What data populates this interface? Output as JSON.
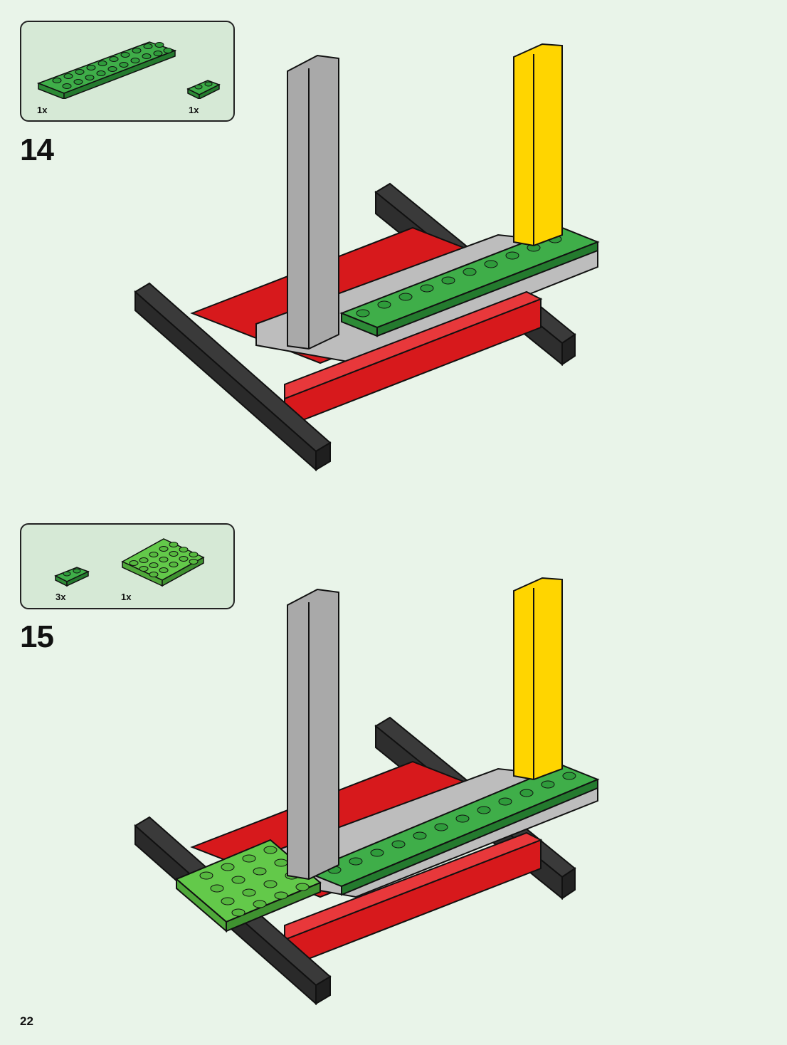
{
  "steps": [
    {
      "number": "14",
      "parts": [
        {
          "name": "green plate 2x10",
          "qty": "1x",
          "icon": "plate-2x10-icon",
          "color": "#3fae49"
        },
        {
          "name": "green plate 1x2",
          "qty": "1x",
          "icon": "plate-1x2-icon",
          "color": "#3fae49"
        }
      ]
    },
    {
      "number": "15",
      "parts": [
        {
          "name": "green plate 1x2",
          "qty": "3x",
          "icon": "plate-1x2-icon",
          "color": "#3fae49"
        },
        {
          "name": "bright green plate 4x4",
          "qty": "1x",
          "icon": "plate-4x4-icon",
          "color": "#63c94a"
        }
      ]
    }
  ],
  "page_number": "22",
  "colors": {
    "background": "#e9f4e9",
    "callout": "#d6e9d6",
    "black_beam": "#3a3a3a",
    "red_beam": "#d7191c",
    "gray_beam": "#9e9e9e",
    "yellow_beam": "#ffd500",
    "green_plate": "#3fae49",
    "lime_plate": "#63c94a"
  }
}
